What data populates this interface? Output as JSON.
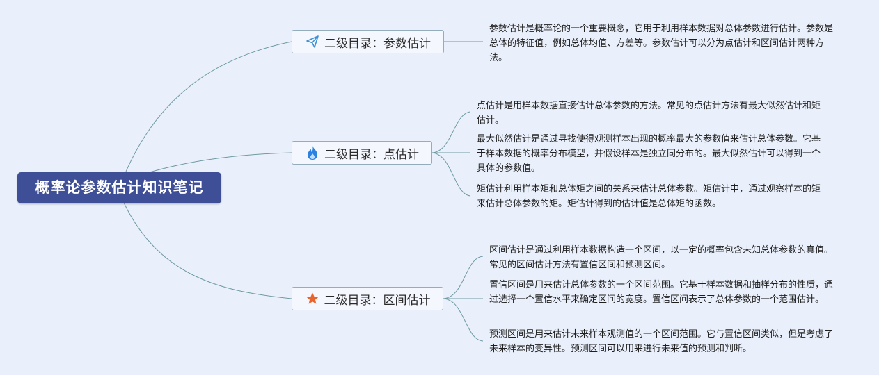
{
  "root": {
    "title": "概率论参数估计知识笔记"
  },
  "branches": [
    {
      "icon": "paper-plane-icon",
      "label": "二级目录：参数估计",
      "notes": [
        "参数估计是概率论的一个重要概念，它用于利用样本数据对总体参数进行估计。参数是总体的特征值，例如总体均值、方差等。参数估计可以分为点估计和区间估计两种方法。"
      ]
    },
    {
      "icon": "flame-icon",
      "label": "二级目录：点估计",
      "notes": [
        "点估计是用样本数据直接估计总体参数的方法。常见的点估计方法有最大似然估计和矩估计。",
        "最大似然估计是通过寻找使得观测样本出现的概率最大的参数值来估计总体参数。它基于样本数据的概率分布模型，并假设样本是独立同分布的。最大似然估计可以得到一个具体的参数值。",
        "矩估计利用样本矩和总体矩之间的关系来估计总体参数。矩估计中，通过观察样本的矩来估计总体参数的矩。矩估计得到的估计值是总体矩的函数。"
      ]
    },
    {
      "icon": "star-icon",
      "label": "二级目录：区间估计",
      "notes": [
        "区间估计是通过利用样本数据构造一个区间，以一定的概率包含未知总体参数的真值。常见的区间估计方法有置信区间和预测区间。",
        "置信区间是用来估计总体参数的一个区间范围。它基于样本数据和抽样分布的性质，通过选择一个置信水平来确定区间的宽度。置信区间表示了总体参数的一个范围估计。",
        "预测区间是用来估计未来样本观测值的一个区间范围。它与置信区间类似，但是考虑了未来样本的变异性。预测区间可以用来进行未来值的预测和判断。"
      ]
    }
  ],
  "colors": {
    "background": "#eaf0fb",
    "root_fill": "#3e4e97",
    "line": "#6f9aa3",
    "branch_border": "#93adbc",
    "plane": "#3d8fd6",
    "flame": "#2b82e0",
    "star": "#e8642c"
  }
}
